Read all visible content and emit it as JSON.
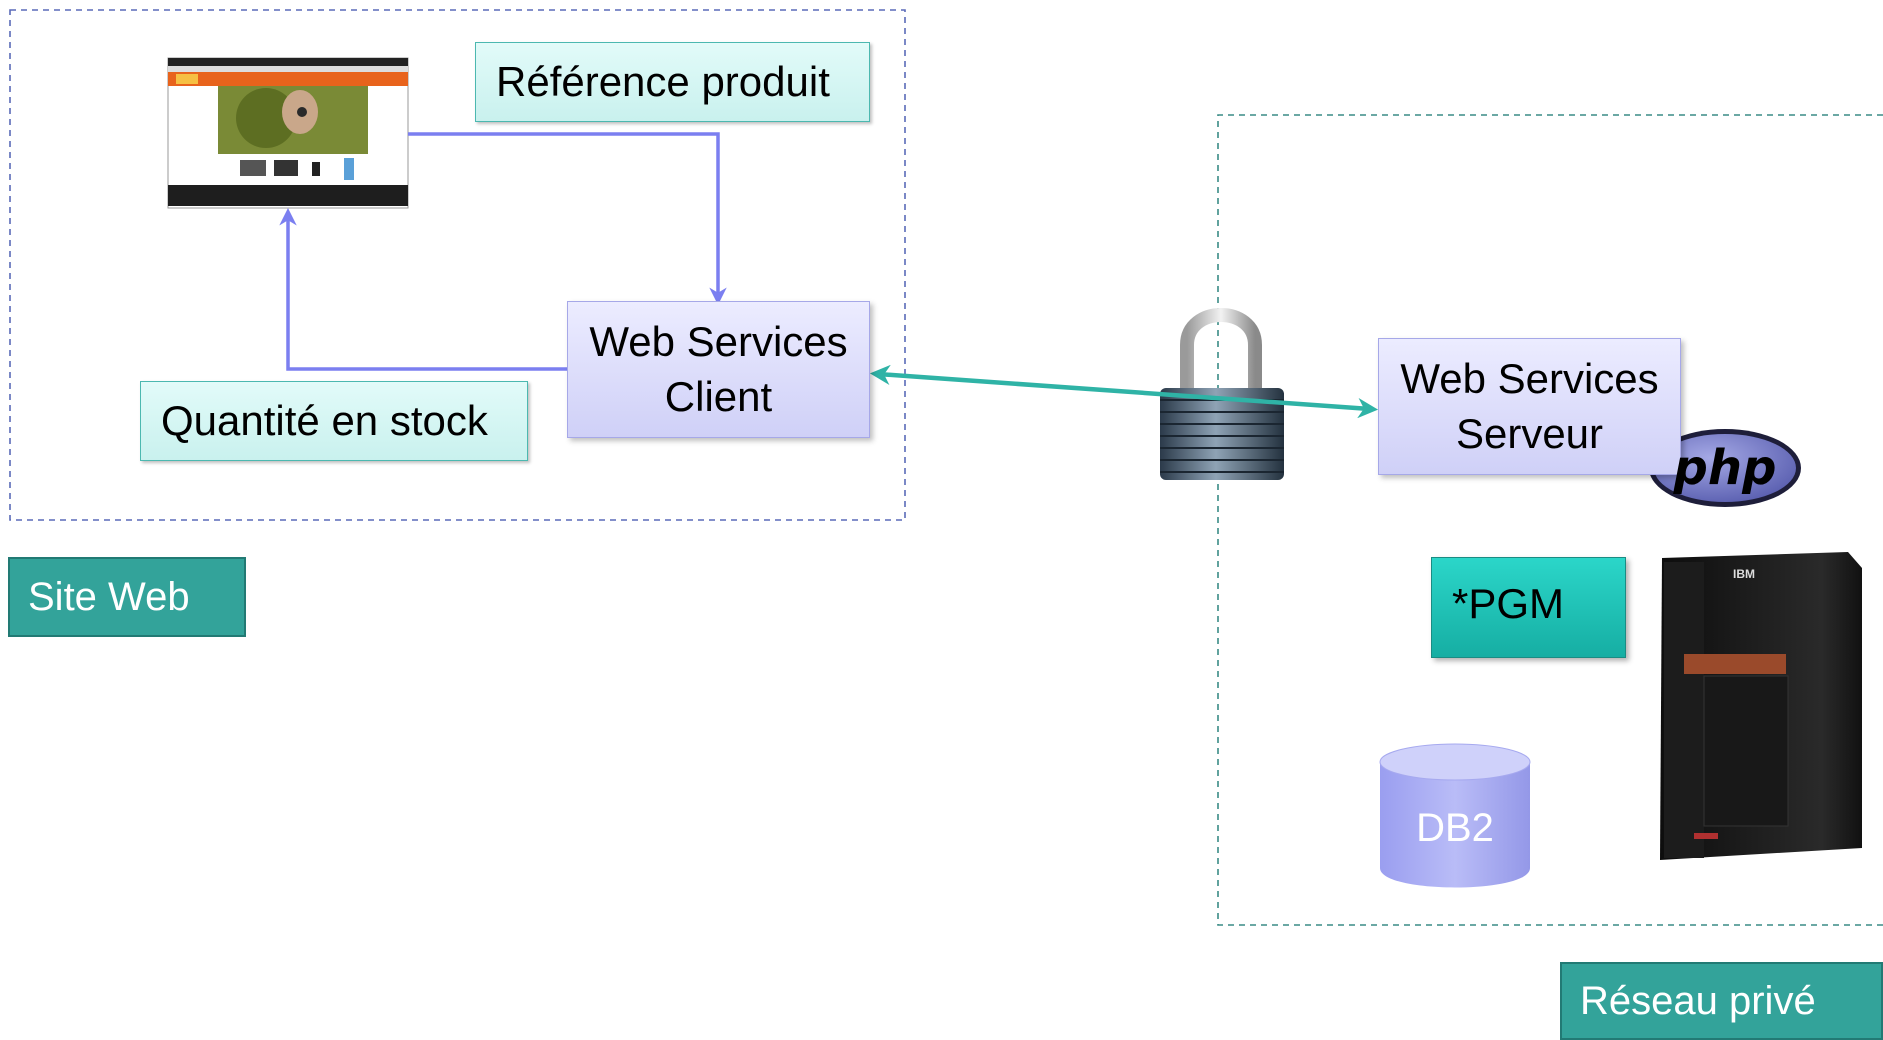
{
  "zones": {
    "site_web": {
      "tag": "Site Web"
    },
    "reseau_prive": {
      "tag": "Réseau privé"
    }
  },
  "callouts": {
    "reference_produit": "Référence produit",
    "quantite_stock": "Quantité en stock"
  },
  "client": {
    "line1": "Web Services",
    "line2": "Client"
  },
  "server": {
    "line1": "Web Services",
    "line2": "Serveur"
  },
  "pgm": {
    "label": "*PGM"
  },
  "db": {
    "label": "DB2"
  },
  "php": {
    "label": "php"
  },
  "ibm": {
    "label": "IBM"
  },
  "colors": {
    "flow_arrow": "#7b7ff0",
    "secure_link": "#2fb3a6",
    "zone_site": "#5a6ab8",
    "zone_private": "#3a8c86"
  }
}
